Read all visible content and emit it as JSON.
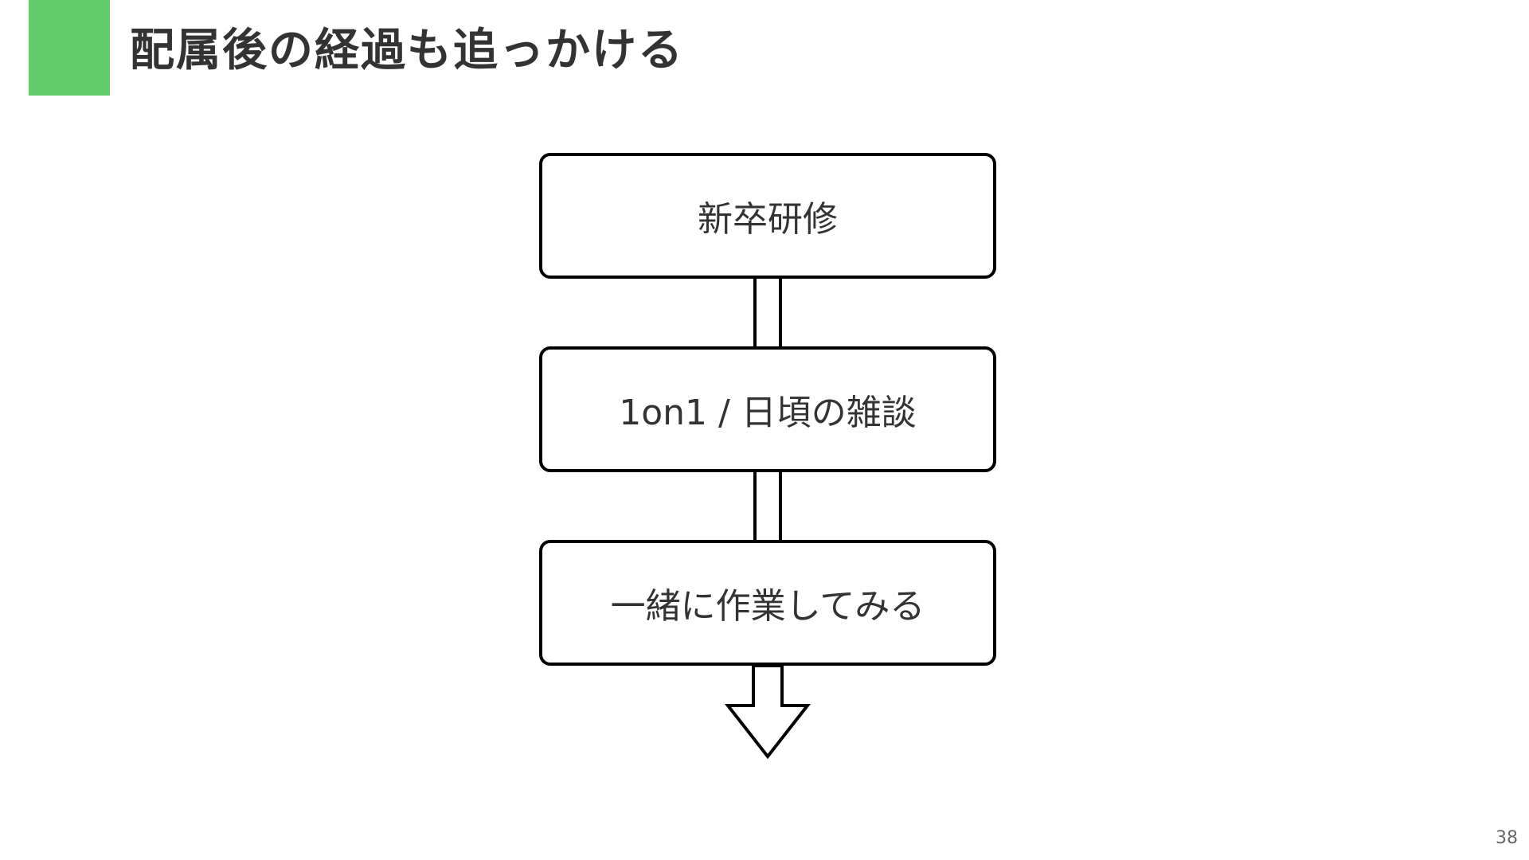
{
  "slide": {
    "title": "配属後の経過も追っかける",
    "accent_color": "#62cd6a",
    "page_number": "38"
  },
  "flow": {
    "steps": [
      {
        "label": "新卒研修"
      },
      {
        "label": "1on1 / 日頃の雑談"
      },
      {
        "label": "一緒に作業してみる"
      }
    ],
    "connectors": [
      "double-line",
      "double-line"
    ],
    "end": "down-arrow-icon"
  }
}
